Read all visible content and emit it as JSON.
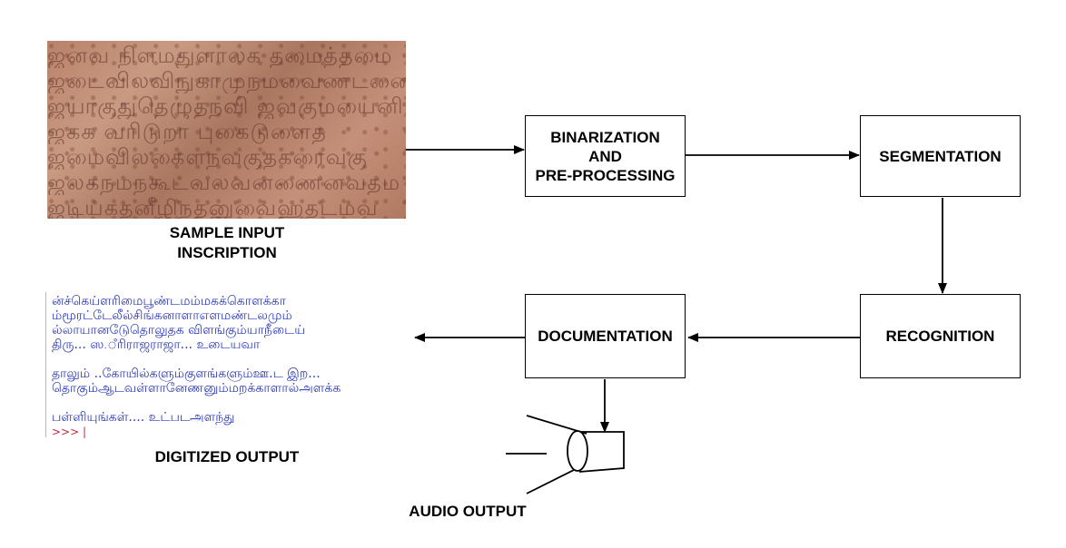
{
  "input_caption": [
    "SAMPLE INPUT",
    "INSCRIPTION"
  ],
  "inscription_lines": [
    "ஜனவ நிளமதுளாலக தமைத்தமை",
    "ஜடைவிலவிநுகாமுநமவைணடனை",
    "ஜயாகுதுதெழுதநவி ஜவகுமயைனி",
    "ஜகக வரிடுறா புகைடுளைத",
    "ஜமைவிலகைளநவகுதகரைவகு",
    "ஜலகநமநகூடவலவனணைனவதம",
    "ஜடியகதனீழிநதனுவைஹதடமவ"
  ],
  "steps": {
    "binarization": [
      "BINARIZATION",
      "AND",
      "PRE-PROCESSING"
    ],
    "segmentation": "SEGMENTATION",
    "recognition": "RECOGNITION",
    "documentation": "DOCUMENTATION"
  },
  "digitized_lines": [
    "ன்ச்கெய்ளரிமைபூண்டமம்மகக்கொளக்கா",
    "ம்மூரட்டேலீல்சிங்கனாளாஎளமண்டலமும்",
    "ல்லாயானடுேதொலுதக விளங்கும்யாநீடைய்",
    "திரு... ஸ.ஂரிராஜராஜா... உடையவா",
    "",
    "தாலும் ..கோயில்களும்குளங்களும்ஊ.ட இற...",
    "தொகும்ஆடவள்ளானேணனும்மறக்காளால்அளக்க",
    "",
    "பள்ளியுங்கள்.... உட்படஅளந்து"
  ],
  "digitized_prompt": ">>> |",
  "digitized_caption": "DIGITIZED OUTPUT",
  "audio_caption": "AUDIO OUTPUT"
}
